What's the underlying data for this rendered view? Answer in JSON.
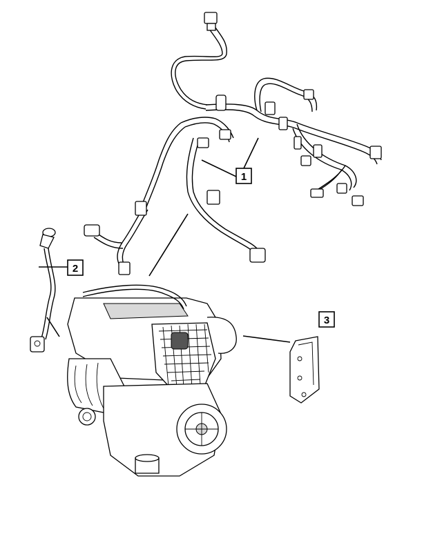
{
  "callouts": [
    {
      "id": "1",
      "label": "1",
      "part": "wiring-harness"
    },
    {
      "id": "2",
      "label": "2",
      "part": "sensor-lead"
    },
    {
      "id": "3",
      "label": "3",
      "part": "mounting-bracket"
    }
  ],
  "colors": {
    "line": "#000000",
    "background": "#ffffff",
    "shade": "#d9d9d9"
  }
}
